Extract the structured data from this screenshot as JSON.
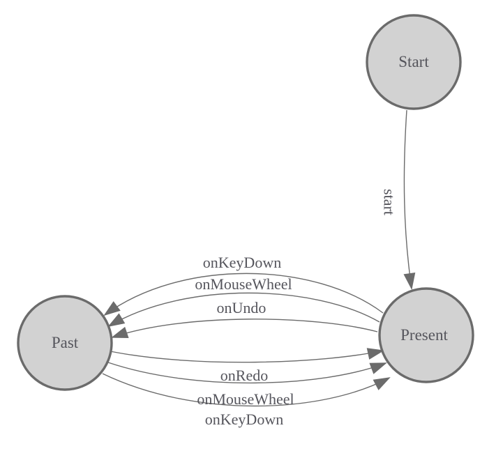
{
  "diagram": {
    "type": "state-machine",
    "background_color": "#ffffff",
    "colors": {
      "node_fill": "#d2d2d2",
      "node_stroke": "#6b6b6b",
      "edge_stroke": "#6b6b6b",
      "arrowhead_fill": "#6b6b6b",
      "label_text": "#55555c"
    },
    "nodes": [
      {
        "id": "start",
        "label": "Start"
      },
      {
        "id": "present",
        "label": "Present"
      },
      {
        "id": "past",
        "label": "Past"
      }
    ],
    "edges": [
      {
        "from": "start",
        "to": "present",
        "label": "start"
      },
      {
        "from": "present",
        "to": "past",
        "label": "onKeyDown"
      },
      {
        "from": "present",
        "to": "past",
        "label": "onMouseWheel"
      },
      {
        "from": "present",
        "to": "past",
        "label": "onUndo"
      },
      {
        "from": "past",
        "to": "present",
        "label": "onRedo"
      },
      {
        "from": "past",
        "to": "present",
        "label": "onMouseWheel"
      },
      {
        "from": "past",
        "to": "present",
        "label": "onKeyDown"
      }
    ]
  }
}
